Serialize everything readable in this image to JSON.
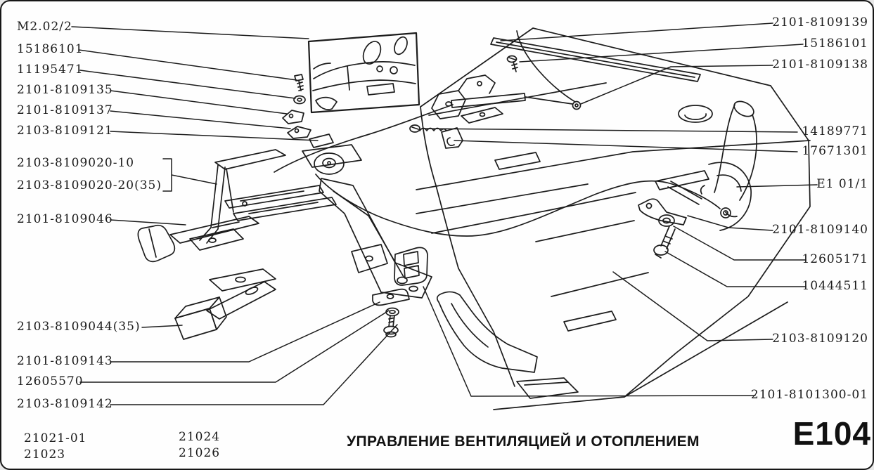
{
  "page": {
    "title": "УПРАВЛЕНИЕ ВЕНТИЛЯЦИЕЙ И ОТОПЛЕНИЕМ",
    "section_code": "E104",
    "models": [
      "21021-01",
      "21023",
      "21024",
      "21026"
    ]
  },
  "callouts": {
    "left": [
      {
        "text": "M2.02/2"
      },
      {
        "text": "15186101"
      },
      {
        "text": "11195471"
      },
      {
        "text": "2101-8109135"
      },
      {
        "text": "2101-8109137"
      },
      {
        "text": "2103-8109121"
      },
      {
        "text": "2103-8109020-10"
      },
      {
        "text": "2103-8109020-20(35)"
      },
      {
        "text": "2101-8109046"
      },
      {
        "text": "2103-8109044(35)"
      },
      {
        "text": "2101-8109143"
      },
      {
        "text": "12605570"
      },
      {
        "text": "2103-8109142"
      }
    ],
    "right": [
      {
        "text": "2101-8109139"
      },
      {
        "text": "15186101"
      },
      {
        "text": "2101-8109138"
      },
      {
        "text": "14189771"
      },
      {
        "text": "17671301"
      },
      {
        "text": "E1 01/1"
      },
      {
        "text": "2101-8109140"
      },
      {
        "text": "12605171"
      },
      {
        "text": "10444511"
      },
      {
        "text": "2103-8109120"
      },
      {
        "text": "2101-8101300-01"
      }
    ]
  },
  "colors": {
    "ink": "#1c1c1c",
    "paper": "#fefefe"
  }
}
